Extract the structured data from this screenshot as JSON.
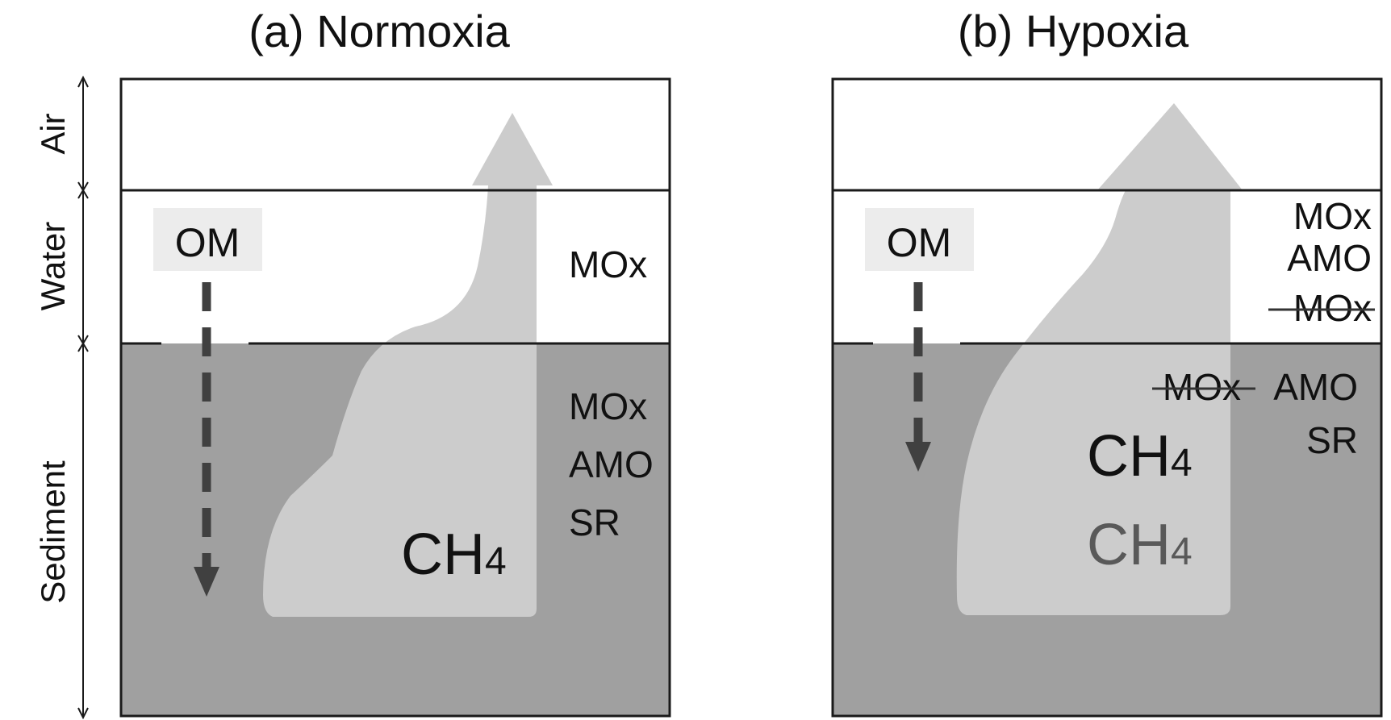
{
  "side_labels": {
    "air": "Air",
    "water": "Water",
    "sediment": "Sediment"
  },
  "panel_a": {
    "title": "(a) Normoxia",
    "om": "OM",
    "water_process": "MOx",
    "sediment_processes": [
      "MOx",
      "AMO",
      "SR"
    ],
    "ch4_main": "CH",
    "ch4_sub": "4"
  },
  "panel_b": {
    "title": "(b) Hypoxia",
    "om": "OM",
    "water_processes": [
      "MOx",
      "AMO"
    ],
    "water_struck": "MOx",
    "sediment_struck": "MOx",
    "sediment_processes": [
      "AMO",
      "SR"
    ],
    "ch4_main": "CH",
    "ch4_sub": "4",
    "ch4_faded_main": "CH",
    "ch4_faded_sub": "4"
  },
  "colors": {
    "sediment": "#a0a0a0",
    "methane": "#cccccc",
    "om_box": "#ececec",
    "arrow_om": "#404040",
    "outline": "#1a1a1a",
    "faded_text": "#595959"
  }
}
